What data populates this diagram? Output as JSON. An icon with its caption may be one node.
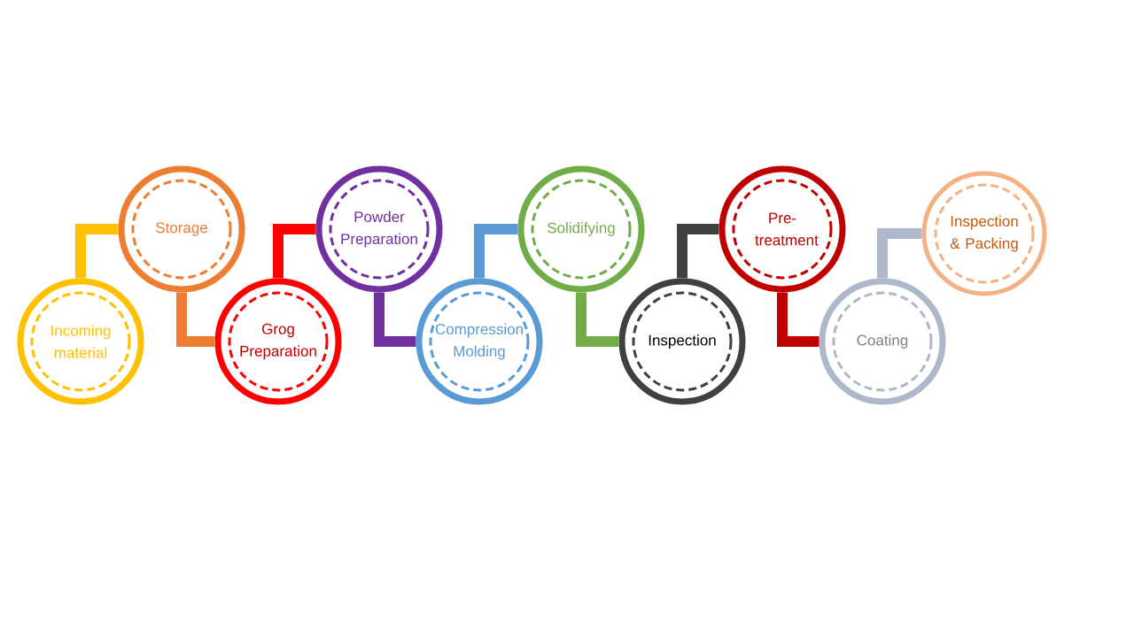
{
  "diagram": {
    "nodes": [
      {
        "text": [
          "Incoming material"
        ]
      },
      {
        "text": [
          "Storage"
        ]
      },
      {
        "text": [
          "Grog Preparation"
        ]
      },
      {
        "text": [
          "Powder Preparation"
        ]
      },
      {
        "text": [
          "Compression Molding"
        ]
      },
      {
        "text": [
          "Solidifying"
        ]
      },
      {
        "text": [
          "Inspection"
        ]
      },
      {
        "text": [
          "Pre-treatment"
        ]
      },
      {
        "text": [
          "Coating"
        ]
      },
      {
        "text": [
          "Inspection & Packing"
        ]
      }
    ],
    "edges": [
      {
        "from": 0,
        "to": 1,
        "arrow": "none",
        "color": "#ffc000"
      },
      {
        "from": 1,
        "to": 2,
        "arrow": "none",
        "color": "#ed7d31"
      },
      {
        "from": 2,
        "to": 3,
        "arrow": "none",
        "color": "#ff0000"
      },
      {
        "from": 3,
        "to": 4,
        "arrow": "none",
        "color": "#7030a0"
      },
      {
        "from": 4,
        "to": 5,
        "arrow": "none",
        "color": "#5b9bd5"
      },
      {
        "from": 5,
        "to": 6,
        "arrow": "none",
        "color": "#70ad47"
      },
      {
        "from": 6,
        "to": 7,
        "arrow": "none",
        "color": "#404040"
      },
      {
        "from": 7,
        "to": 8,
        "arrow": "none",
        "color": "#c00000"
      },
      {
        "from": 8,
        "to": 9,
        "arrow": "none",
        "color": "#adb9ca"
      }
    ]
  }
}
